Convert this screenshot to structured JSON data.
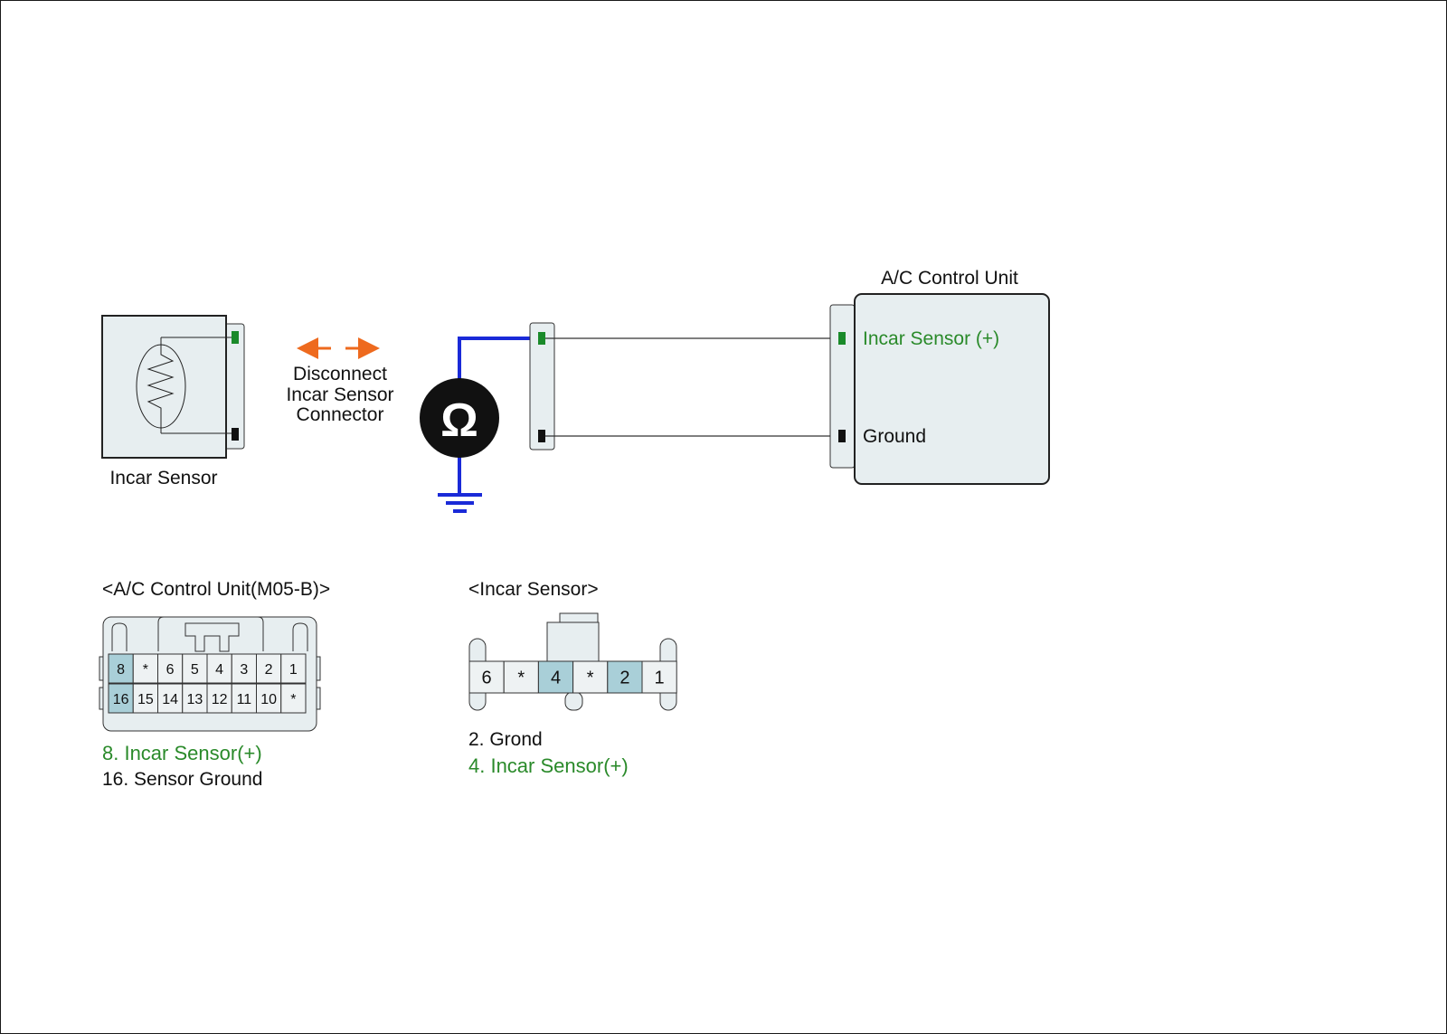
{
  "colors": {
    "green_text": "#2a8a2a",
    "green_pin": "#1a8a2a",
    "blue_wire": "#1a2ad8",
    "orange_arrow": "#ee6a1e",
    "cell_highlight": "#a9cfd8",
    "box_fill": "#e7eef0"
  },
  "incar_sensor": {
    "label": "Incar Sensor",
    "icon": "resistor-thermistor-icon"
  },
  "disconnect_note": {
    "line1": "Disconnect",
    "line2": "Incar Sensor",
    "line3": "Connector",
    "icon": "double-arrow-icon"
  },
  "ohmmeter": {
    "symbol": "Ω",
    "icon": "ohmmeter-icon",
    "ground_icon": "ground-icon"
  },
  "ac_control_unit": {
    "title": "A/C Control Unit",
    "terminal_plus": "Incar Sensor (+)",
    "terminal_ground": "Ground"
  },
  "connector_ac": {
    "title": "<A/C Control Unit(M05-B)>",
    "top_row": [
      "8",
      "*",
      "6",
      "5",
      "4",
      "3",
      "2",
      "1"
    ],
    "bottom_row": [
      "16",
      "15",
      "14",
      "13",
      "12",
      "11",
      "10",
      "*"
    ],
    "highlighted": [
      "8",
      "16"
    ],
    "legend_plus": "8. Incar Sensor(+)",
    "legend_ground": "16. Sensor Ground"
  },
  "connector_sensor": {
    "title": "<Incar Sensor>",
    "row": [
      "6",
      "*",
      "4",
      "*",
      "2",
      "1"
    ],
    "highlighted": [
      "4",
      "2"
    ],
    "legend_ground": "2. Grond",
    "legend_plus": "4. Incar Sensor(+)"
  }
}
